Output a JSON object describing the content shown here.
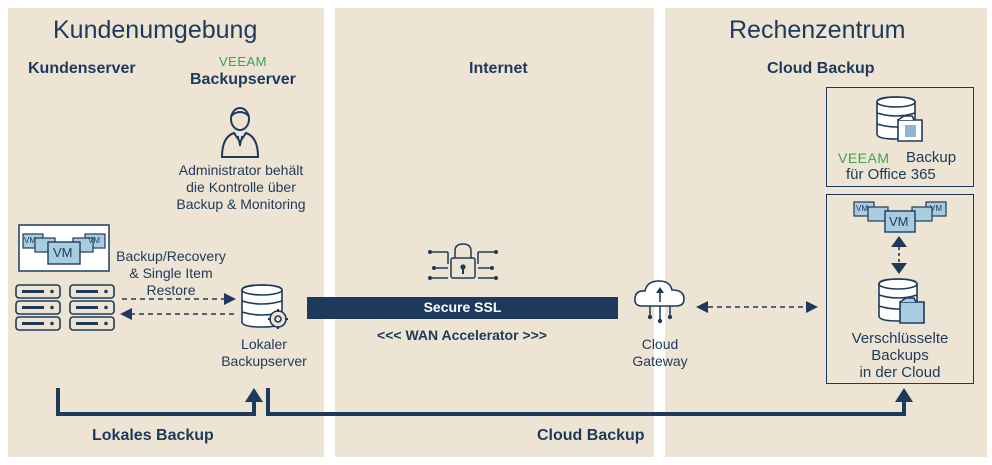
{
  "colors": {
    "navy": "#1d3a5c",
    "panel": "#ede4d3",
    "veeam_green": "#3aa64a",
    "vm_fill": "#a8cde0"
  },
  "zones": {
    "customer": {
      "title": "Kundenumgebung",
      "left_label": "Kundenserver",
      "veeam_logo": "VEEAM",
      "right_label": "Backupserver",
      "admin_text": [
        "Administrator behält",
        "die Kontrolle über",
        "Backup & Monitoring"
      ],
      "backup_recovery": [
        "Backup/Recovery",
        "& Single Item",
        "Restore"
      ],
      "local_server": [
        "Lokaler",
        "Backupserver"
      ]
    },
    "internet": {
      "title": "Internet",
      "ssl_label": "Secure SSL",
      "wan_label": "<<< WAN Accelerator >>>"
    },
    "datacenter": {
      "title": "Rechenzentrum",
      "subtitle": "Cloud Backup",
      "gateway": [
        "Cloud",
        "Gateway"
      ],
      "veeam_logo": "VEEAM",
      "o365_label_1": "Backup",
      "o365_label_2": "für Office 365",
      "encrypted": [
        "Verschlüsselte",
        "Backups",
        "in der Cloud"
      ]
    }
  },
  "vm_label": "VM",
  "bottom": {
    "local_backup": "Lokales Backup",
    "cloud_backup": "Cloud Backup"
  }
}
